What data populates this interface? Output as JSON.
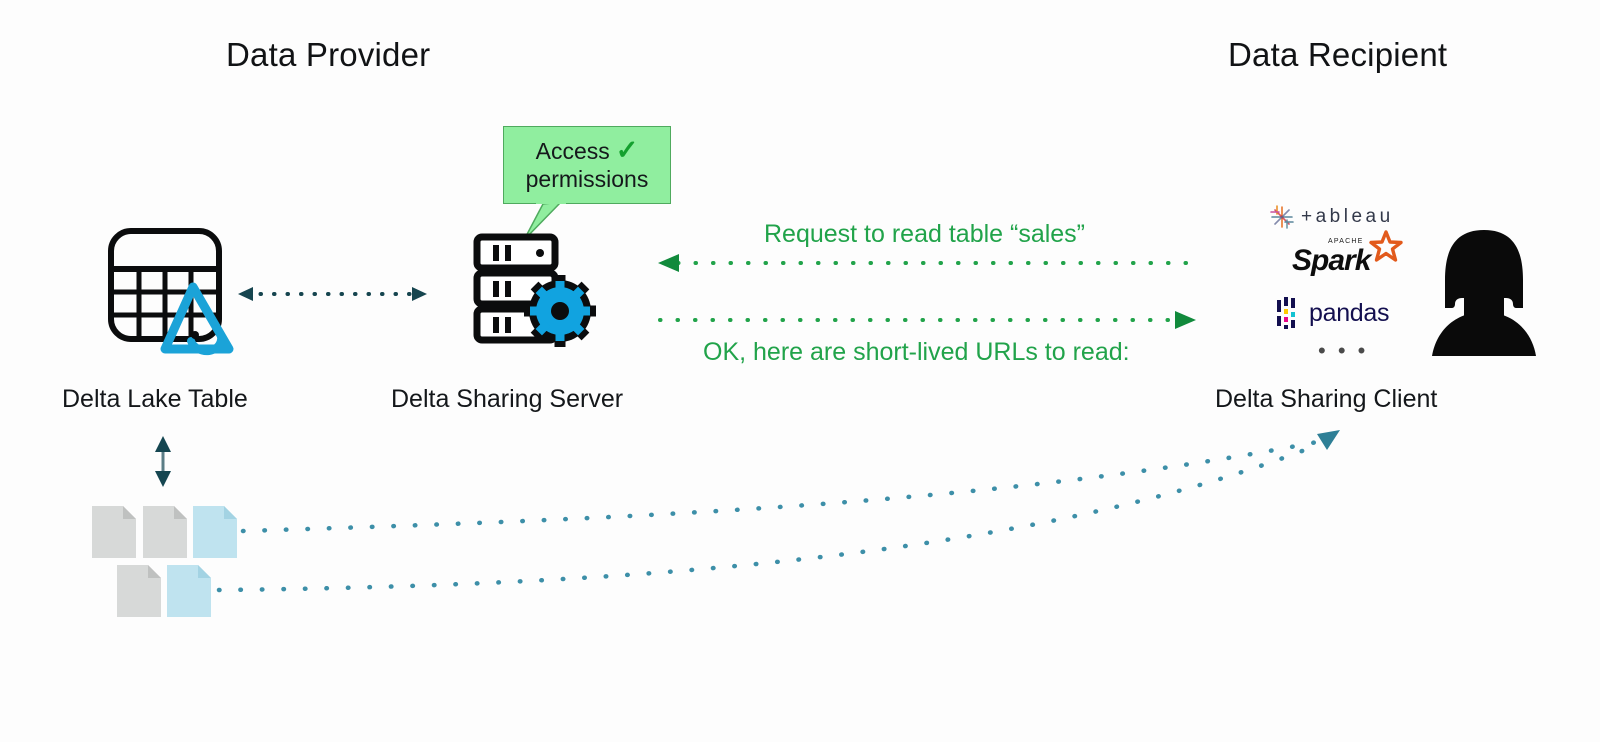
{
  "headers": {
    "provider": "Data Provider",
    "recipient": "Data Recipient"
  },
  "callout": {
    "line1": "Access",
    "line2": "permissions",
    "check": "✓",
    "fill_color": "#90ee9f",
    "border_color": "#4faa5e",
    "check_color": "#14a02e"
  },
  "nodes": {
    "table_label": "Delta Lake Table",
    "server_label": "Delta Sharing Server",
    "client_label": "Delta Sharing Client"
  },
  "icons": {
    "table": "delta-lake-table-icon",
    "server": "delta-sharing-server-icon",
    "person": "person-silhouette-icon",
    "files": "file-icon"
  },
  "flows": {
    "request": "Request to read table “sales”",
    "reply": "OK, here are short-lived URLs to read:",
    "green_color": "#21a34a",
    "blue_color": "#2e7f96"
  },
  "clients": [
    {
      "name": "tableau",
      "text": "+ableau"
    },
    {
      "name": "apache-spark",
      "apache": "APACHE",
      "text": "Spark"
    },
    {
      "name": "pandas",
      "text": "pandas"
    },
    {
      "name": "more",
      "text": "• • •"
    }
  ],
  "colors": {
    "background": "#fdfdfd",
    "accent_blue": "#11a3e0",
    "file_gray": "#d7d9d8",
    "file_blue": "#bfe3ef",
    "text_dark": "#14171a"
  }
}
